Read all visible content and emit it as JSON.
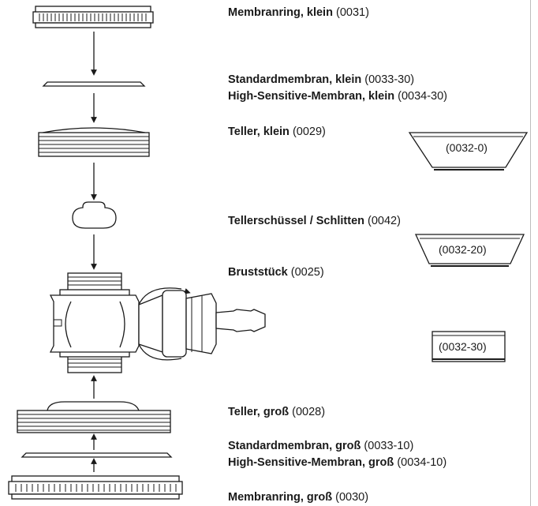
{
  "parts": [
    {
      "name": "Membranring, klein",
      "code": "(0031)"
    },
    {
      "name": "Standardmembran, klein",
      "code": "(0033-30)"
    },
    {
      "name": "High-Sensitive-Membran, klein",
      "code": "(0034-30)"
    },
    {
      "name": "Teller, klein",
      "code": "(0029)"
    },
    {
      "name": "Tellerschüssel / Schlitten",
      "code": "(0042)"
    },
    {
      "name": "Bruststück",
      "code": "(0025)"
    },
    {
      "name": "Teller, groß",
      "code": "(0028)"
    },
    {
      "name": "Standardmembran, groß",
      "code": "(0033-10)"
    },
    {
      "name": "High-Sensitive-Membran, groß",
      "code": "(0034-10)"
    },
    {
      "name": "Membranring, groß",
      "code": "(0030)"
    }
  ],
  "alternatives": [
    {
      "code": "(0032-0)"
    },
    {
      "code": "(0032-20)"
    },
    {
      "code": "(0032-30)"
    }
  ]
}
